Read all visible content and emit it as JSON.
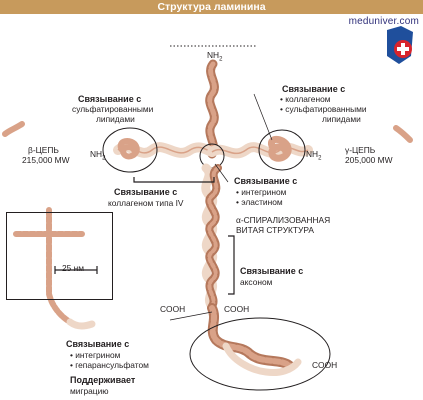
{
  "title": "Структура ламинина",
  "site": "meduniver.com",
  "colors": {
    "title_bar": "#c79a5c",
    "chain_dark": "#b5785c",
    "chain_mid": "#d9a288",
    "chain_light": "#eed7c7",
    "logo_blue": "#1f4f9c",
    "logo_red": "#d8242c"
  },
  "labels": {
    "nh2_top": "NH",
    "nh2_sub": "2",
    "nh2_left": "NH",
    "nh2_left_sub": "2",
    "nh2_right": "NH",
    "nh2_right_sub": "2",
    "beta_chain": "β-ЦЕПЬ",
    "beta_mw": "215,000 MW",
    "gamma_chain": "γ-ЦЕПЬ",
    "gamma_mw": "205,000 MW",
    "cooh_left": "COOH",
    "cooh_mid": "COOH",
    "cooh_right": "COOH",
    "alpha_helix_1": "α-СПИРАЛИЗОВАННАЯ",
    "alpha_helix_2": "ВИТАЯ СТРУКТУРА",
    "scale": "25 нм"
  },
  "binding": {
    "left_top": {
      "title": "Связывание с",
      "lines": [
        "сульфатированными",
        "липидами"
      ]
    },
    "right_top": {
      "title": "Связывание с",
      "lines": [
        "• коллагеном",
        "• сульфатированными",
        "липидами"
      ]
    },
    "collagen": {
      "title": "Связывание с",
      "lines": [
        "коллагеном типа IV"
      ]
    },
    "integrin_elastin": {
      "title": "Связывание с",
      "lines": [
        "• интегрином",
        "• эластином"
      ]
    },
    "axon": {
      "title": "Связывание с",
      "lines": [
        "аксоном"
      ]
    },
    "bottom": {
      "title": "Связывание с",
      "lines": [
        "• интегрином",
        "• гепарансульфатом"
      ]
    },
    "migration": {
      "title": "Поддерживает",
      "lines": [
        "миграцию"
      ]
    }
  }
}
